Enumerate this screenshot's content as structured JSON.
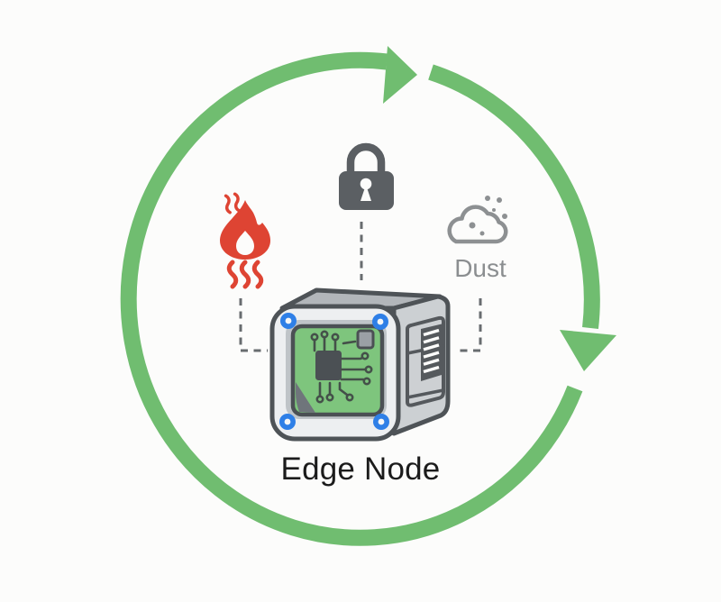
{
  "diagram_title": "Edge Node environment diagram",
  "labels": {
    "device": "Edge Node",
    "dust": "Dust"
  },
  "icons": {
    "cycle": "cycle-arrows-icon",
    "heat": "flame-heat-icon",
    "security": "lock-icon",
    "dust": "dust-cloud-icon",
    "device": "edge-node-device-illustration"
  },
  "colors": {
    "background": "#fcfcfb",
    "arrow_green": "#70bd70",
    "flame_red": "#de4433",
    "lock_gray": "#5b5f63",
    "cloud_gray": "#8d9092",
    "dust_text": "#8b8e90",
    "edge_node_text": "#1b1b1b",
    "dashed_line": "#686c6f",
    "screw_blue": "#2e7fe7",
    "pcb_green": "#7ec57d",
    "device_outline": "#4e5357"
  }
}
